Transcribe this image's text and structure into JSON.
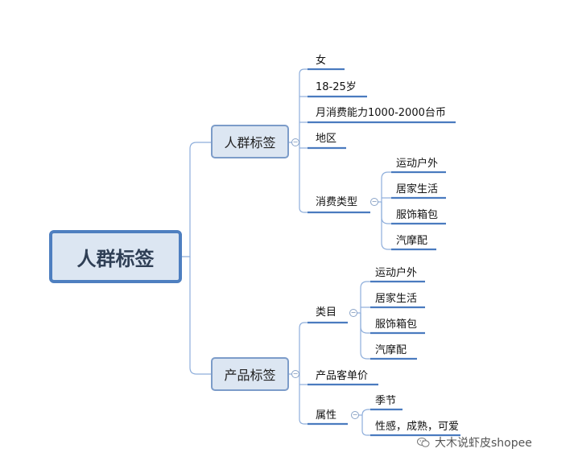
{
  "root": {
    "label": "人群标签"
  },
  "branch_crowd": {
    "label": "人群标签",
    "items": [
      "女",
      "18-25岁",
      "月消费能力1000-2000台币",
      "地区"
    ],
    "consumption": {
      "label": "消费类型",
      "items": [
        "运动户外",
        "居家生活",
        "服饰箱包",
        "汽摩配"
      ]
    }
  },
  "branch_product": {
    "label": "产品标签",
    "category": {
      "label": "类目",
      "items": [
        "运动户外",
        "居家生活",
        "服饰箱包",
        "汽摩配"
      ]
    },
    "unit_price": {
      "label": "产品客单价"
    },
    "attributes": {
      "label": "属性",
      "items": [
        "季节",
        "性感，成熟，可爱"
      ]
    }
  },
  "collapse_symbol": "⊖",
  "watermark": {
    "text": "大木说虾皮shopee",
    "icon": "wechat-icon"
  },
  "colors": {
    "line": "#5b8ac8",
    "underline": "#4a7bbf",
    "node_fill": "#dce6f2",
    "root_border": "#4e7fc0"
  }
}
